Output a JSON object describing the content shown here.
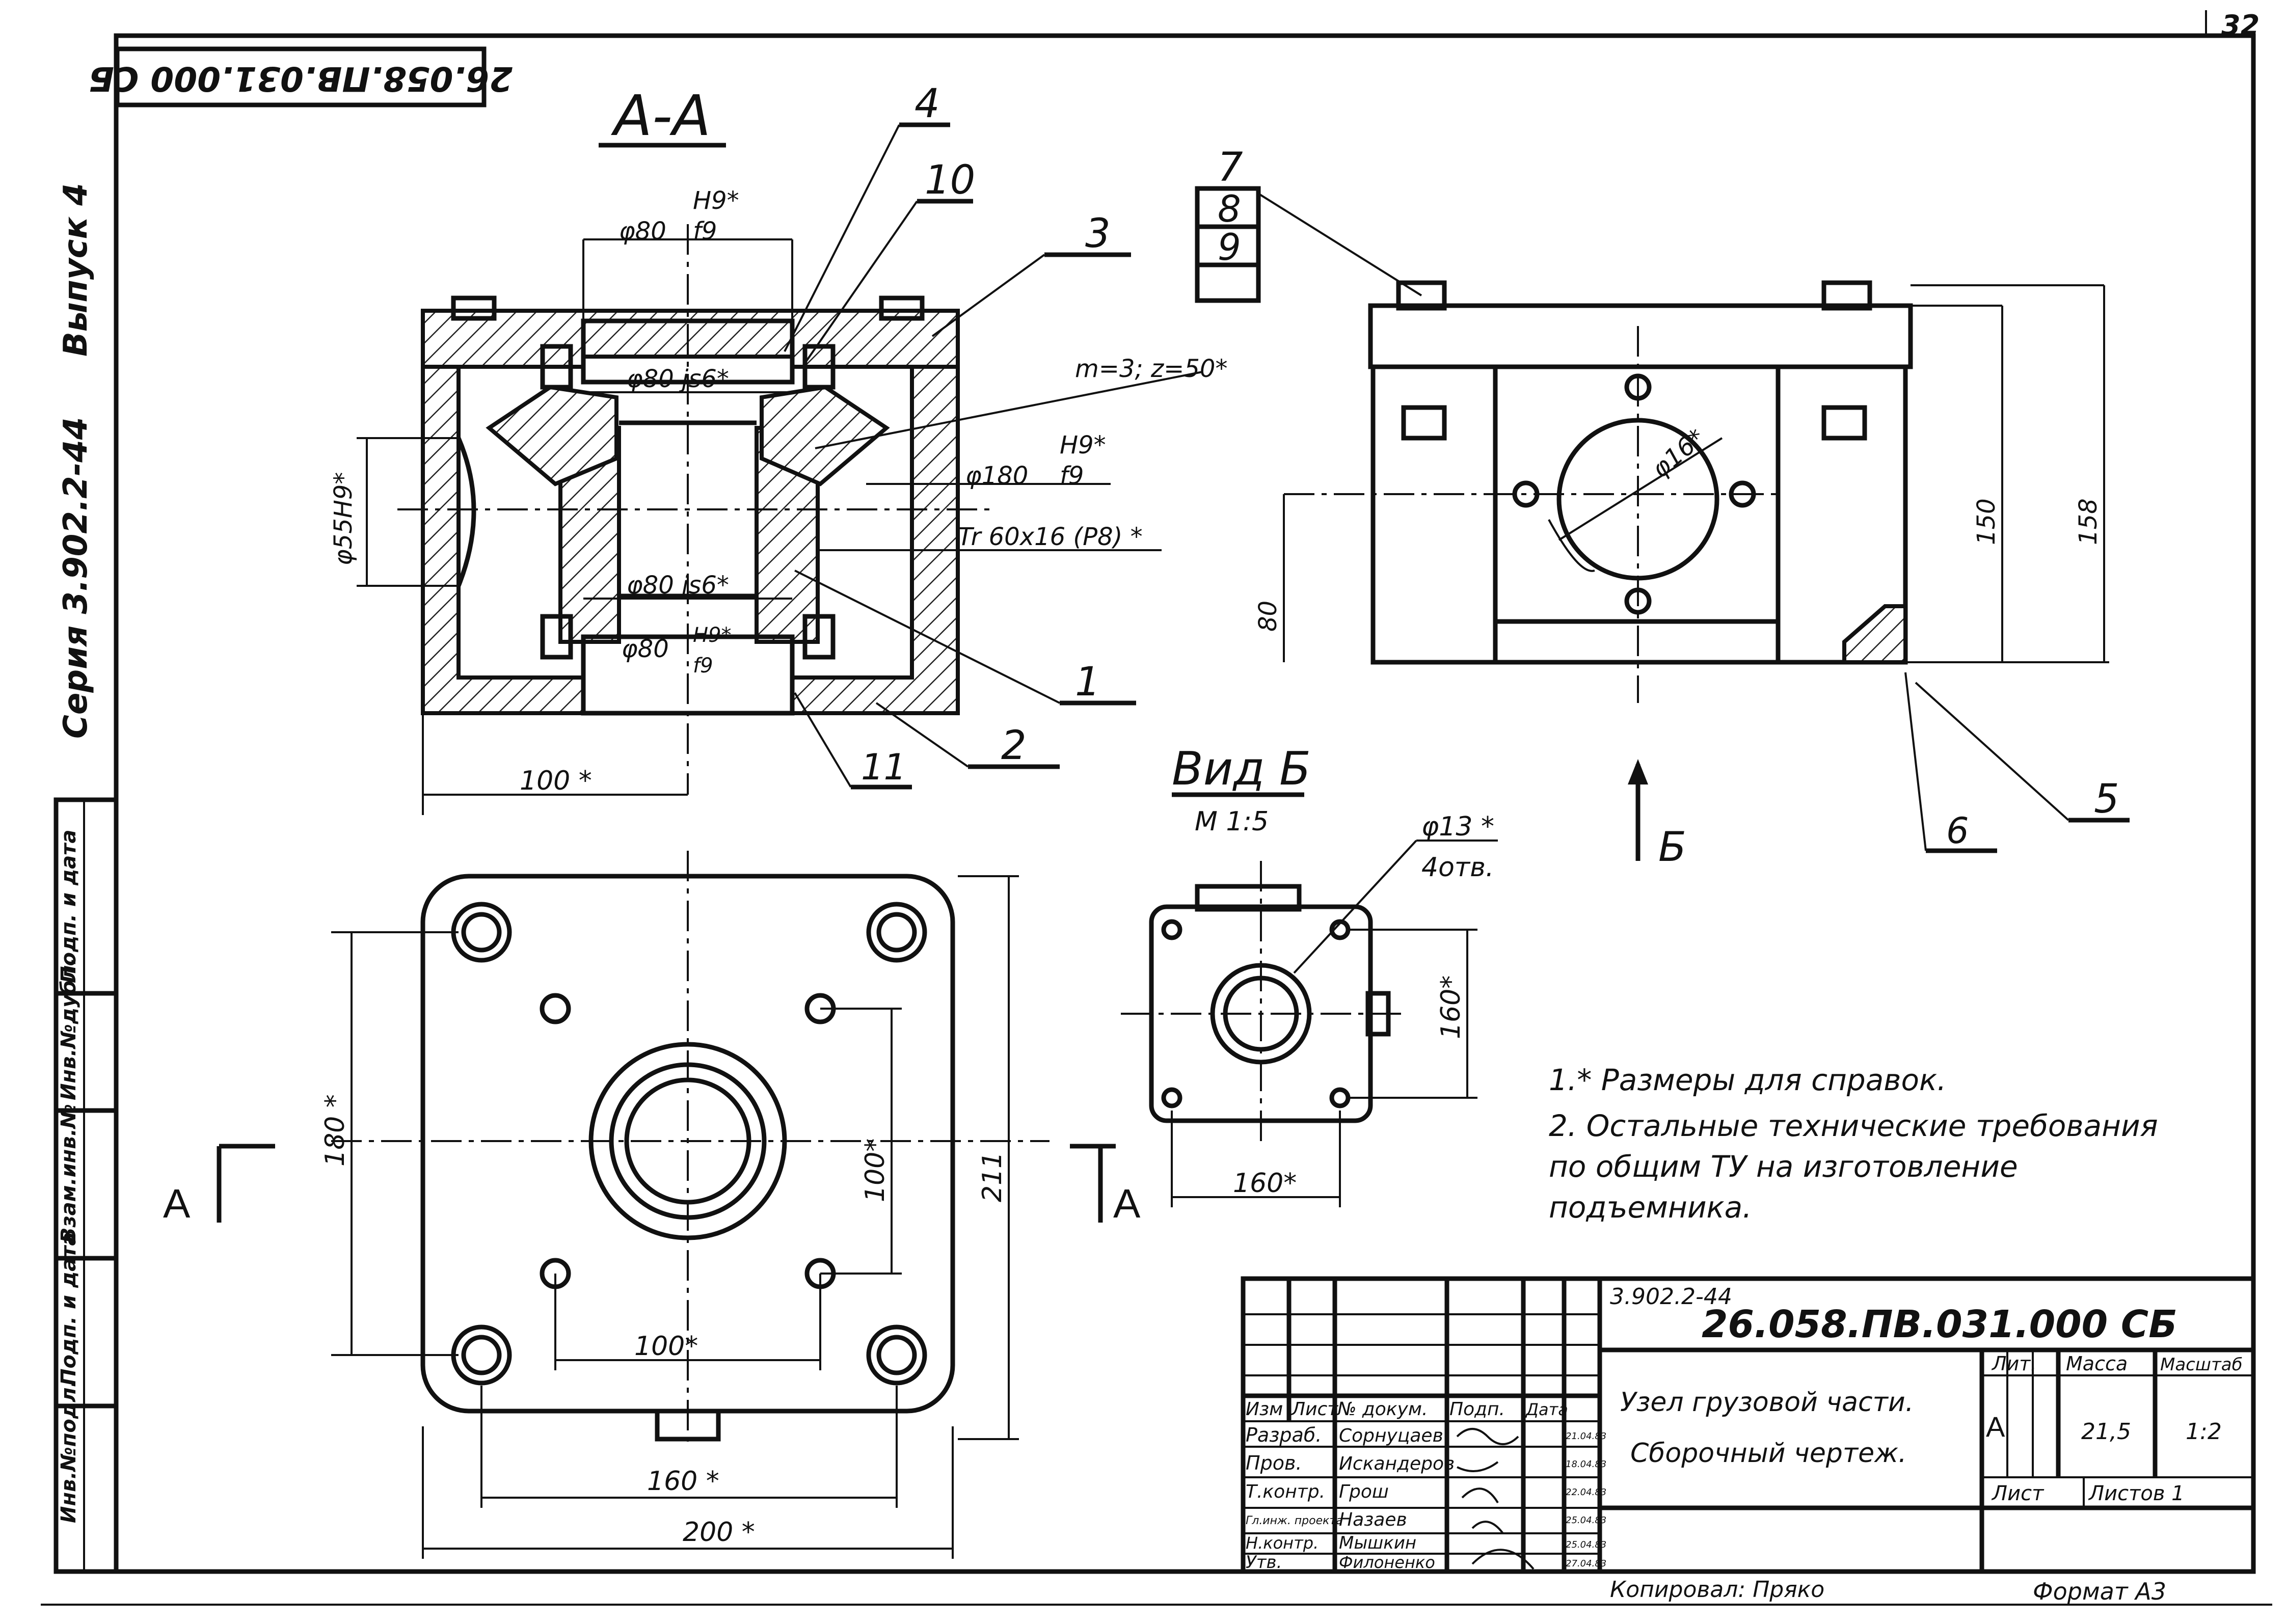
{
  "sheet": {
    "page_number": "32",
    "drawing_code_rotated": "26.058.ПВ.031.000 СБ",
    "side_series": "Серия 3.902.2-44",
    "side_issue": "Выпуск 4",
    "side_stamp_labels": [
      "Инв.№подл.",
      "Подп. и дата",
      "Взам.инв.№",
      "Инв.№дубл.",
      "Подп. и дата"
    ]
  },
  "section_view": {
    "title": "А-А",
    "dims": {
      "bore_top": "φ80",
      "fit_top_upper": "H9*",
      "fit_top_lower": "f9",
      "js6_top": "φ80 js6*",
      "gear": "m=3; z=50*",
      "d180": "φ180",
      "fit_180_upper": "H9*",
      "fit_180_lower": "f9",
      "thread": "Tr 60x16 (P8) *",
      "js6_bottom": "φ80 js6*",
      "bore_bottom": "φ80",
      "fit_bottom_upper": "H9*",
      "fit_bottom_lower": "f9",
      "d55": "φ55H9*",
      "w100": "100 *"
    },
    "callouts": [
      "4",
      "10",
      "3",
      "1",
      "2",
      "11"
    ]
  },
  "side_view": {
    "callouts": [
      "7",
      "8",
      "9",
      "5",
      "6"
    ],
    "dims": {
      "h80": "80",
      "h150": "150",
      "h158": "158",
      "d16": "φ16*"
    },
    "arrow_label": "Б"
  },
  "plan_view": {
    "dims": {
      "v180": "180 *",
      "v100": "100*",
      "v211": "211",
      "h100": "100*",
      "h160": "160 *",
      "h200": "200 *"
    },
    "section_mark_left": "А",
    "section_mark_right": "А"
  },
  "view_b": {
    "title": "Вид Б",
    "scale": "М 1:5",
    "dims": {
      "holes": "φ13 *",
      "holes_count": "4отв.",
      "v160": "160*",
      "h160": "160*"
    }
  },
  "notes": [
    "1.* Размеры для справок.",
    "2. Остальные технические требования",
    "по общим ТУ на изготовление",
    "подъемника."
  ],
  "title_block": {
    "series_ref": "3.902.2-44",
    "designation": "26.058.ПВ.031.000 СБ",
    "name_line1": "Узел грузовой части.",
    "name_line2": "Сборочный чертеж.",
    "headers": [
      "Изм",
      "Лист",
      "№ докум.",
      "Подп.",
      "Дата"
    ],
    "roles": [
      "Разраб.",
      "Пров.",
      "Т.контр.",
      "Н.контр.",
      "Утв."
    ],
    "role_extra": "Гл.инж. проекта",
    "names": [
      "Сорнуцаев",
      "Искандеров",
      "Грош",
      "Назаев",
      "Мышкин",
      "Филоненко"
    ],
    "dates": [
      "21.04.83",
      "18.04.83",
      "22.04.83",
      "25.04.83",
      "25.04.83",
      "27.04.83"
    ],
    "lit_header": "Лит.",
    "mass_header": "Масса",
    "scale_header": "Масштаб",
    "lit": "А",
    "mass": "21,5",
    "scale": "1:2",
    "sheet_label": "Лист",
    "sheets_label": "Листов 1"
  },
  "footer": {
    "copied": "Копировал: Пряко",
    "format": "Формат А3"
  }
}
